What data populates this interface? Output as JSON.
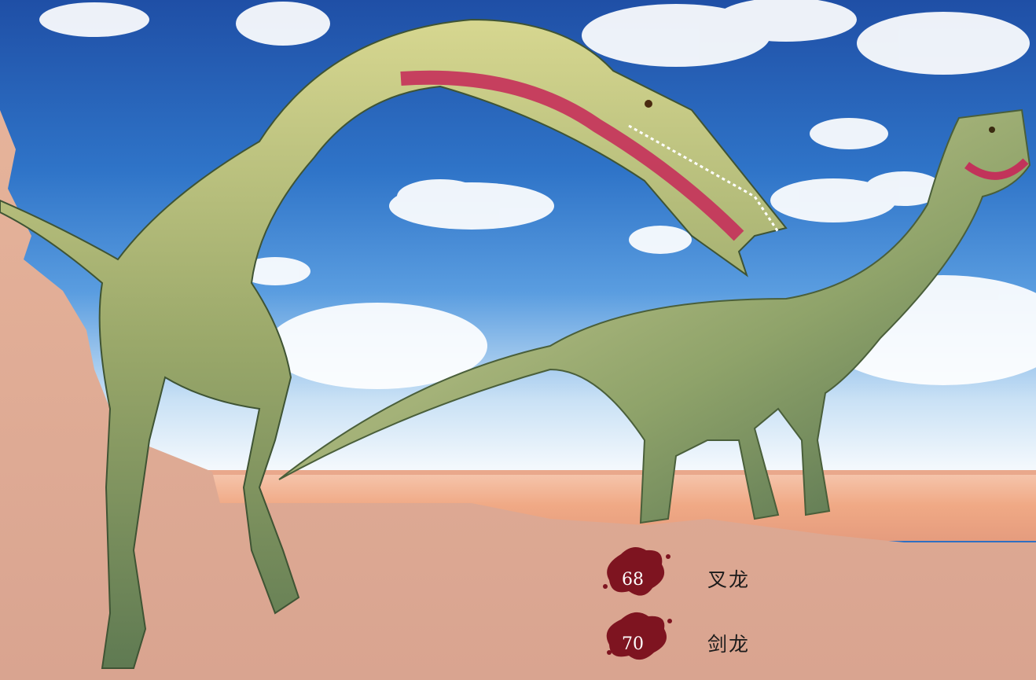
{
  "index": {
    "entries": [
      {
        "page": "68",
        "label": "叉龙"
      },
      {
        "page": "70",
        "label": "剑龙"
      }
    ]
  }
}
